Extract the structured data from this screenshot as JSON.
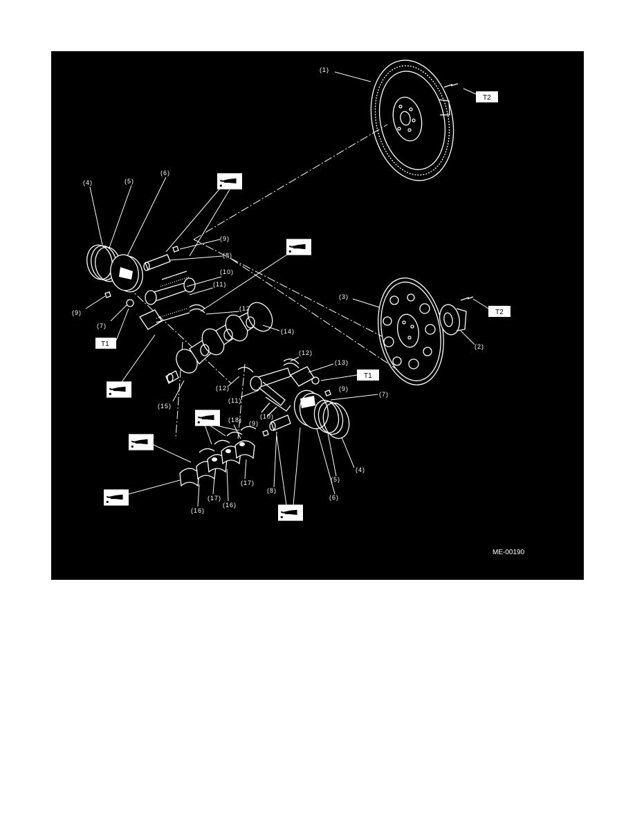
{
  "figure": {
    "code": "ME-00190",
    "callouts": {
      "c1": "(1)",
      "c2": "(2)",
      "c3": "(3)",
      "c4a": "(4)",
      "c4b": "(4)",
      "c5a": "(5)",
      "c5b": "(5)",
      "c6a": "(6)",
      "c6b": "(6)",
      "c7a": "(7)",
      "c7b": "(7)",
      "c8a": "(8)",
      "c8b": "(8)",
      "c9a": "(9)",
      "c9b": "(9)",
      "c9c": "(9)",
      "c9d": "(9)",
      "c10a": "(10)",
      "c10b": "(10)",
      "c11a": "(11)",
      "c11b": "(11)",
      "c12a": "(12)",
      "c12b": "(12)",
      "c12c": "(12)",
      "c13": "(13)",
      "c14": "(14)",
      "c15": "(15)",
      "c16a": "(16)",
      "c16b": "(16)",
      "c17a": "(17)",
      "c17b": "(17)",
      "c18": "(18)"
    },
    "torque": {
      "t2a": "T2",
      "t2b": "T2",
      "t1a": "T1",
      "t1b": "T1"
    },
    "icons": [
      "oil-can-icon",
      "oil-can-icon",
      "oil-can-icon",
      "oil-can-icon",
      "oil-can-icon",
      "oil-can-icon",
      "oil-can-icon"
    ],
    "colors": {
      "panel": "#000000",
      "lines": "#ffffff",
      "page": "#ffffff"
    }
  }
}
